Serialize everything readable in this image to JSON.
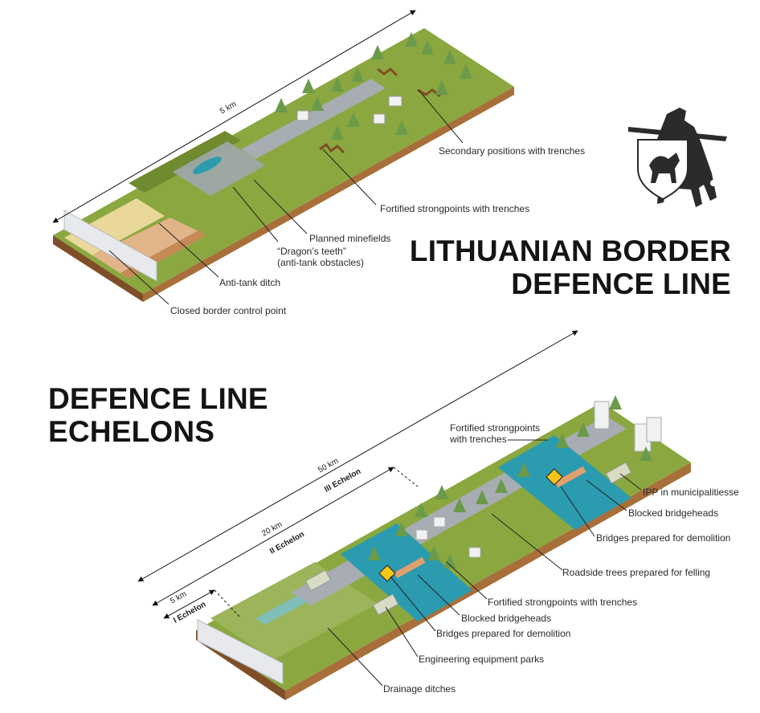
{
  "titles": {
    "border": "LITHUANIAN BORDER\nDEFENCE LINE",
    "echelons": "DEFENCE LINE\nECHELONS"
  },
  "top_diagram": {
    "distance": "5 km",
    "labels": {
      "secondary": "Secondary positions with trenches",
      "fortified": "Fortified strongpoints with trenches",
      "minefields": "Planned minefields",
      "dragons": "“Dragon’s teeth”\n(anti-tank obstacles)",
      "ditch": "Anti-tank ditch",
      "border_point": "Closed border control point"
    }
  },
  "bottom_diagram": {
    "distances": {
      "d50": "50 km",
      "d20": "20 km",
      "d5": "5 km"
    },
    "echelons": {
      "e3": "III Echelon",
      "e2": "II Echelon",
      "e1": "I Echelon"
    },
    "labels": {
      "fortified_top": "Fortified strongpoints\nwith trenches",
      "ipp": "IPP in municipalitiesse",
      "blocked_top": "Blocked bridgeheads",
      "bridges_top": "Bridges prepared for demolition",
      "roadside": "Roadside trees prepared for felling",
      "fortified_low": "Fortified strongpoints with trenches",
      "blocked_low": "Blocked bridgeheads",
      "bridges_low": "Bridges prepared for demolition",
      "engineering": "Engineering equipment parks",
      "drainage": "Drainage ditches"
    }
  },
  "colors": {
    "grass": "#8aa83f",
    "grass_dark": "#6f8a2f",
    "soil": "#a86f3a",
    "soil_dark": "#7e4f27",
    "road": "#a7adb2",
    "water": "#2b9bb0",
    "sand": "#ead79a",
    "ditch": "#e2b48a"
  }
}
